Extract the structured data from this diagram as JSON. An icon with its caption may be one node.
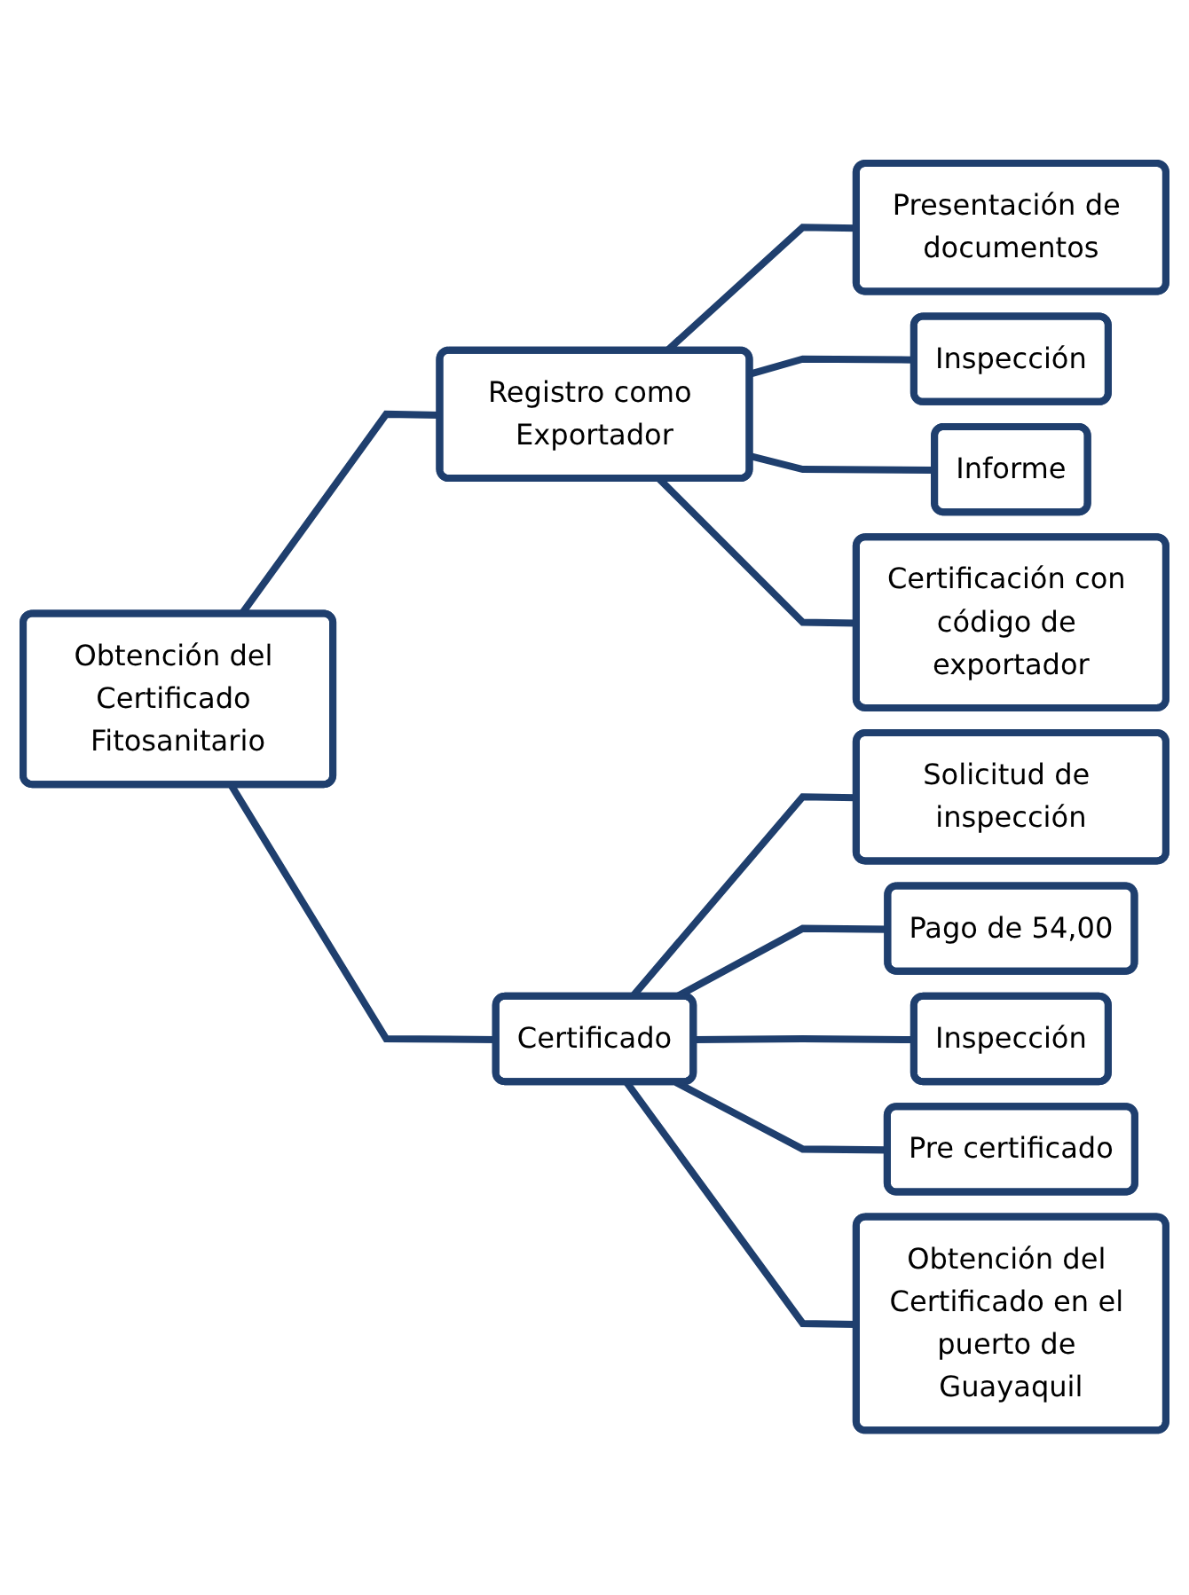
{
  "diagram": {
    "nodes": [
      {
        "text": [
          "Obtención del Certificado Fitosanitario"
        ]
      },
      {
        "text": [
          "Registro como Exportador"
        ]
      },
      {
        "text": [
          "Presentación de documentos"
        ]
      },
      {
        "text": [
          "Inspección"
        ]
      },
      {
        "text": [
          "Informe"
        ]
      },
      {
        "text": [
          "Certificación con código de exportador"
        ]
      },
      {
        "text": [
          "Certificado"
        ]
      },
      {
        "text": [
          "Solicitud de inspección"
        ]
      },
      {
        "text": [
          "Pago de 54,00"
        ]
      },
      {
        "text": [
          "Inspección"
        ]
      },
      {
        "text": [
          "Pre certificado"
        ]
      },
      {
        "text": [
          "Obtención del Certificado en el puerto de Guayaquil"
        ]
      }
    ],
    "edges": [
      {
        "from": 0,
        "to": 1,
        "arrow": "none"
      },
      {
        "from": 0,
        "to": 6,
        "arrow": "none"
      },
      {
        "from": 1,
        "to": 2,
        "arrow": "none"
      },
      {
        "from": 1,
        "to": 3,
        "arrow": "none"
      },
      {
        "from": 1,
        "to": 4,
        "arrow": "none"
      },
      {
        "from": 1,
        "to": 5,
        "arrow": "none"
      },
      {
        "from": 6,
        "to": 7,
        "arrow": "none"
      },
      {
        "from": 6,
        "to": 8,
        "arrow": "none"
      },
      {
        "from": 6,
        "to": 9,
        "arrow": "none"
      },
      {
        "from": 6,
        "to": 10,
        "arrow": "none"
      },
      {
        "from": 6,
        "to": 11,
        "arrow": "none"
      }
    ]
  }
}
